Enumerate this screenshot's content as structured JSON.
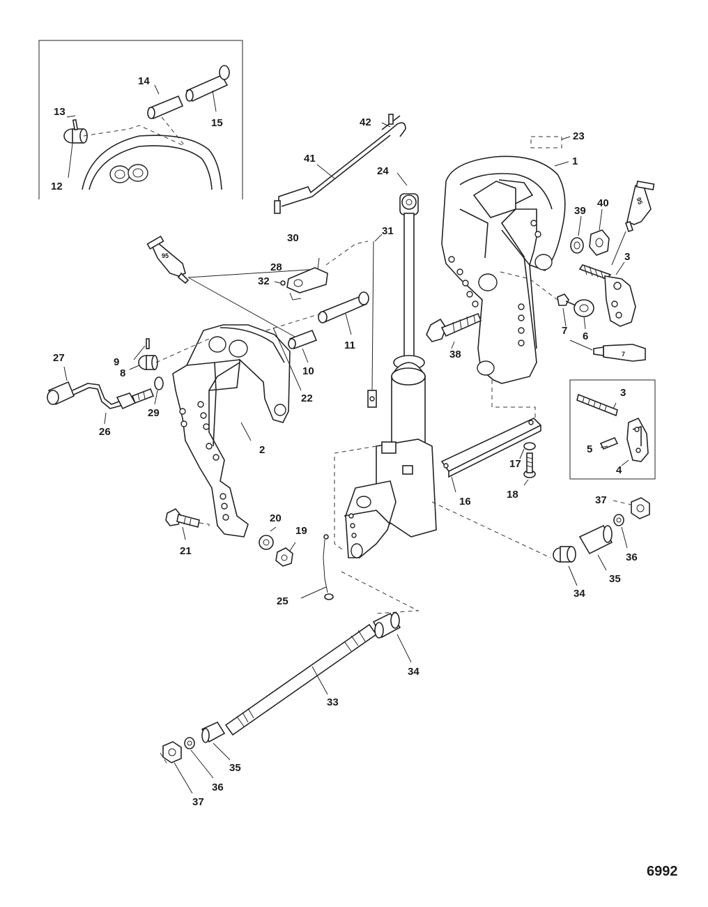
{
  "figure_number": "6992",
  "part_labels": {
    "p1": "1",
    "p2": "2",
    "p3a": "3",
    "p3b": "3",
    "p4": "4",
    "p5": "5",
    "p6": "6",
    "p7a": "7",
    "p8": "8",
    "p9": "9",
    "p10": "10",
    "p11": "11",
    "p12": "12",
    "p13": "13",
    "p14": "14",
    "p15": "15",
    "p16": "16",
    "p17": "17",
    "p18": "18",
    "p19": "19",
    "p20": "20",
    "p21": "21",
    "p22": "22",
    "p23": "23",
    "p24": "24",
    "p25": "25",
    "p26": "26",
    "p27": "27",
    "p28": "28",
    "p29": "29",
    "p30": "30",
    "p31": "31",
    "p32": "32",
    "p33": "33",
    "p34a": "34",
    "p34b": "34",
    "p35a": "35",
    "p35b": "35",
    "p36a": "36",
    "p36b": "36",
    "p37a": "37",
    "p37b": "37",
    "p38": "38",
    "p39": "39",
    "p40": "40",
    "p41": "41",
    "p42": "42"
  },
  "tube_labels": {
    "t95a": "95",
    "t95b": "95",
    "t7": "7"
  }
}
